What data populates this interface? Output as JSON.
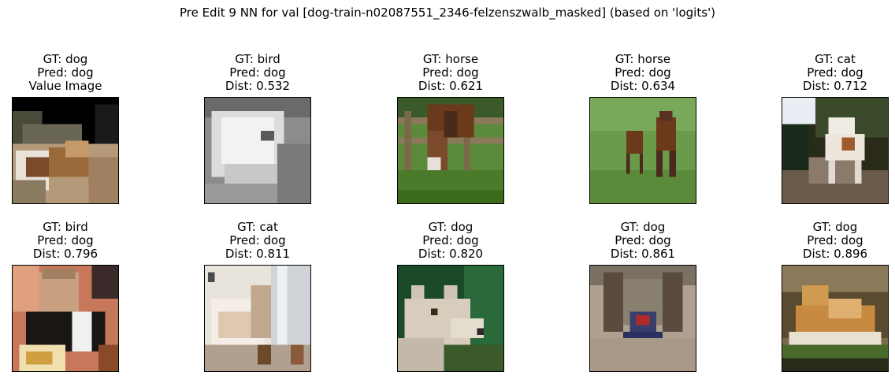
{
  "title": "Pre Edit 9 NN for val [dog-train-n02087551_2346-felzenszwalb_masked] (based on 'logits')",
  "panels": [
    {
      "gt": "GT: dog",
      "pred": "Pred: dog",
      "extra": "Value Image",
      "image": "dog-on-couch-masked-thumbnail"
    },
    {
      "gt": "GT: bird",
      "pred": "Pred: dog",
      "extra": "Dist: 0.532",
      "image": "white-owl-grayscale-thumbnail"
    },
    {
      "gt": "GT: horse",
      "pred": "Pred: dog",
      "extra": "Dist: 0.621",
      "image": "horse-grazing-by-fence-thumbnail"
    },
    {
      "gt": "GT: horse",
      "pred": "Pred: dog",
      "extra": "Dist: 0.634",
      "image": "two-horses-on-grass-thumbnail"
    },
    {
      "gt": "GT: cat",
      "pred": "Pred: dog",
      "extra": "Dist: 0.712",
      "image": "white-dog-on-path-thumbnail"
    },
    {
      "gt": "GT: bird",
      "pred": "Pred: dog",
      "extra": "Dist: 0.796",
      "image": "person-with-bird-thumbnail"
    },
    {
      "gt": "GT: cat",
      "pred": "Pred: dog",
      "extra": "Dist: 0.811",
      "image": "white-cat-indoors-thumbnail"
    },
    {
      "gt": "GT: dog",
      "pred": "Pred: dog",
      "extra": "Dist: 0.820",
      "image": "wolf-dog-closeup-thumbnail"
    },
    {
      "gt": "GT: dog",
      "pred": "Pred: dog",
      "extra": "Dist: 0.861",
      "image": "dog-in-chair-thumbnail"
    },
    {
      "gt": "GT: dog",
      "pred": "Pred: dog",
      "extra": "Dist: 0.896",
      "image": "golden-dog-lying-thumbnail"
    }
  ]
}
